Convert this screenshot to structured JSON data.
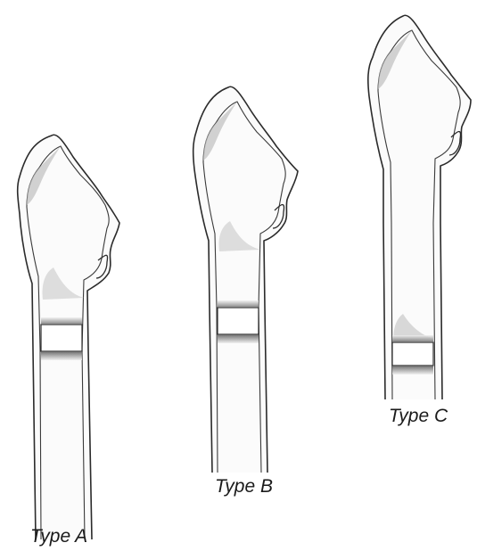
{
  "figures": [
    {
      "label": "Type A"
    },
    {
      "label": "Type B"
    },
    {
      "label": "Type C"
    }
  ],
  "colors": {
    "outline": "#2b2b2b",
    "shading": "#8a8a8a",
    "bone_fill": "#fbfbfb",
    "cortex_fill": "#f2f2f2"
  }
}
